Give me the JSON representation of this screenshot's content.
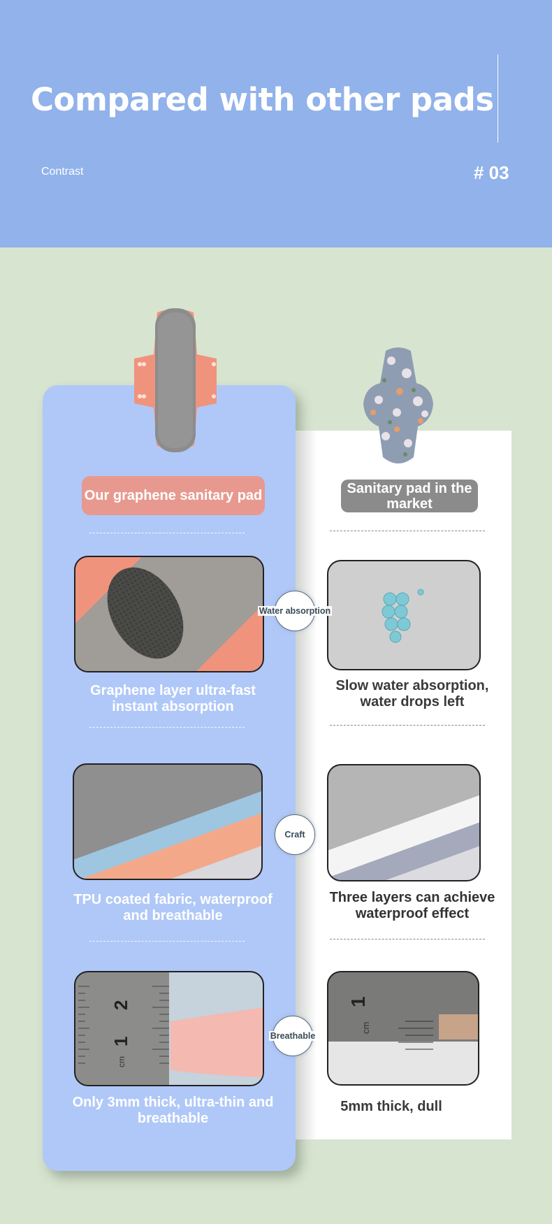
{
  "header": {
    "title": "Compared with other pads",
    "subtitle": "Contrast",
    "section_number": "# 03",
    "background_color": "#91b2ea"
  },
  "colors": {
    "page_background": "#d7e4d0",
    "left_panel": "#b0c8f8",
    "right_panel": "#ffffff",
    "ours_pill": "#e8998f",
    "market_pill": "#8b8b8b"
  },
  "columns": {
    "ours": {
      "label": "Our  graphene sanitary pad"
    },
    "market": {
      "label": "Sanitary pad in the market"
    }
  },
  "comparisons": [
    {
      "category": "Water absorption",
      "ours": "Graphene layer ultra-fast instant absorption",
      "market": "Slow water absorption, water drops left"
    },
    {
      "category": "Craft",
      "ours": "TPU coated fabric, waterproof and breathable",
      "market": "Three layers can achieve waterproof effect"
    },
    {
      "category": "Breathable",
      "ours": "Only 3mm thick, ultra-thin and breathable",
      "market": "5mm thick, dull"
    }
  ],
  "ruler_labels": {
    "ours": [
      "2",
      "1",
      "cm"
    ],
    "market": [
      "1",
      "cm"
    ]
  }
}
